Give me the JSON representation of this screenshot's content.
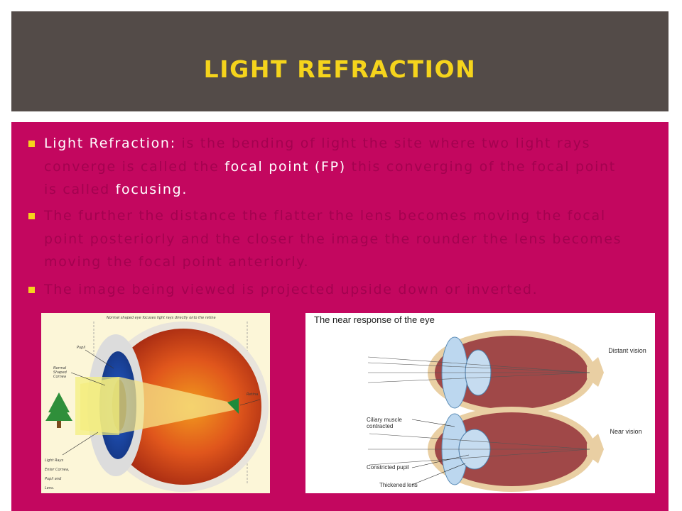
{
  "slide": {
    "title": "LIGHT REFRACTION"
  },
  "bullets": [
    {
      "parts": [
        "Light Refraction",
        ": ",
        "is the bending of light the site where two light rays converge is called the ",
        "focal point (FP)",
        " this converging of the focal point is called ",
        "focusing",
        "."
      ]
    },
    {
      "text": "The further the distance the flatter the lens becomes moving the focal point posteriorly and the closer the image the rounder the lens becomes moving the focal point anteriorly."
    },
    {
      "text": "The image being viewed is projected upside down or inverted."
    }
  ],
  "figure_left": {
    "top_caption": "Normal shaped eye focuses light rays directly onto the retina",
    "labels": {
      "pupil": "Pupil",
      "cornea": "Normal Shaped Cornea",
      "retina": "Retina",
      "light_rays": "Light Rays Enter Cornea, Pupil and Lens."
    }
  },
  "figure_right": {
    "title": "The near response of the eye",
    "labels": {
      "distant": "Distant vision",
      "near": "Near vision",
      "ciliary": "Ciliary muscle contracted",
      "pupil": "Constricted pupil",
      "lens": "Thickened lens"
    }
  },
  "colors": {
    "title_band": "#534b48",
    "title_text": "#f5d41c",
    "panel": "#c3075f",
    "bullet_marker": "#f5d41c"
  }
}
